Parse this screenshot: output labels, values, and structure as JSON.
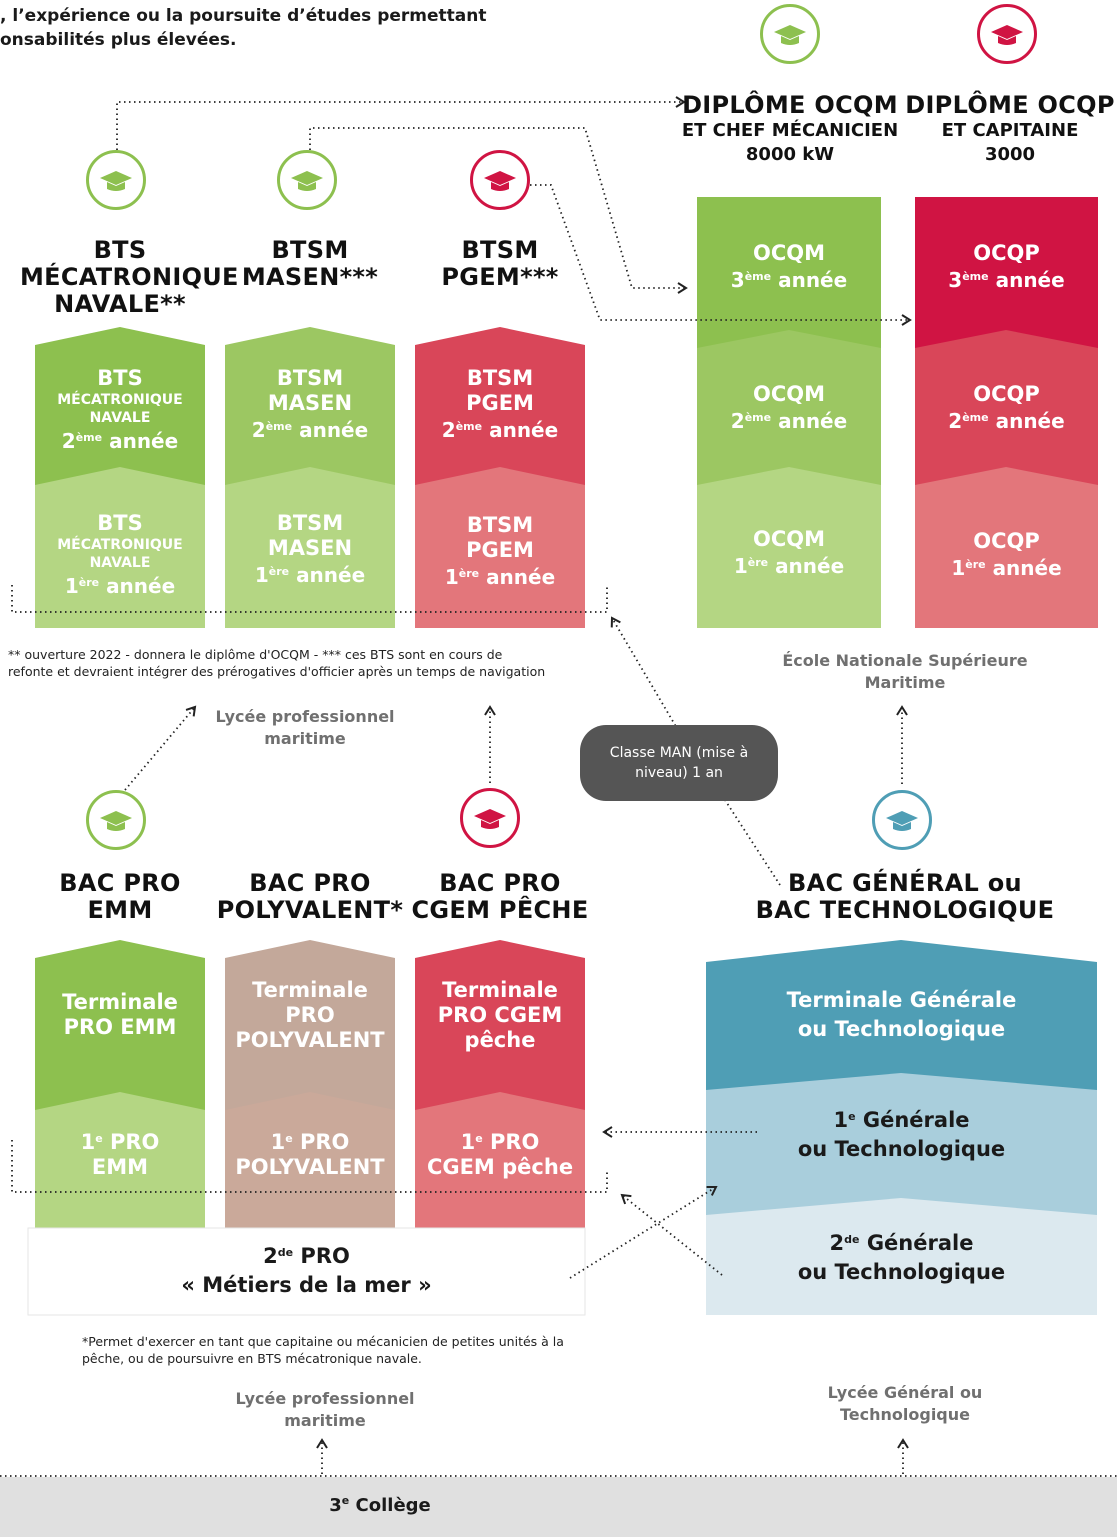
{
  "intro": {
    "line1": ", l’expérience ou la poursuite d’études permettant",
    "line2": "onsabilités plus élevées."
  },
  "diplomas": {
    "ocqm": {
      "title": "DIPLÔME OCQM",
      "line2": "ET CHEF MÉCANICIEN",
      "line3": "8000 kW"
    },
    "ocqp": {
      "title": "DIPLÔME OCQP",
      "line2": "ET CAPITAINE",
      "line3": "3000"
    }
  },
  "bts_titles": {
    "meca": {
      "l1": "BTS",
      "l2": "MÉCATRONIQUE",
      "l3": "NAVALE**"
    },
    "masen": {
      "l1": "BTSM",
      "l2": "MASEN***"
    },
    "pgem": {
      "l1": "BTSM",
      "l2": "PGEM***"
    }
  },
  "ocq_boxes": {
    "ocqm": {
      "label": "OCQM",
      "y3": "3",
      "y2": "2",
      "y1": "1"
    },
    "ocqp": {
      "label": "OCQP",
      "y3": "3",
      "y2": "2",
      "y1": "1"
    }
  },
  "year": {
    "annee": "année",
    "eme": "ème",
    "ere": "ère",
    "e": "e",
    "de": "de"
  },
  "bts_boxes": {
    "meca_l1": "BTS",
    "meca_l2": "MÉCATRONIQUE",
    "meca_l3": "NAVALE",
    "masen_l1": "BTSM",
    "masen_l2": "MASEN",
    "pgem_l1": "BTSM",
    "pgem_l2": "PGEM",
    "y2": "2",
    "y1": "1"
  },
  "notes": {
    "bts_line1": "** ouverture 2022 - donnera le diplôme d'OCQM - *** ces BTS sont en cours de",
    "bts_line2": "refonte et devraient intégrer des prérogatives d'officier après un temps de navigation",
    "bac_line1": "*Permet d'exercer en tant que capitaine ou mécanicien de petites unités à la",
    "bac_line2": "pêche, ou de poursuivre en BTS mécatronique navale."
  },
  "schools": {
    "ensm_l1": "École Nationale Supérieure",
    "ensm_l2": "Maritime",
    "lpm_top_l1": "Lycée professionnel",
    "lpm_top_l2": "maritime",
    "lpm_bot_l1": "Lycée professionnel",
    "lpm_bot_l2": "maritime",
    "lgt_l1": "Lycée Général ou",
    "lgt_l2": "Technologique"
  },
  "man": {
    "l1": "Classe MAN (mise à",
    "l2": "niveau) 1 an"
  },
  "bac_titles": {
    "emm": {
      "l1": "BAC PRO",
      "l2": "EMM"
    },
    "poly": {
      "l1": "BAC PRO",
      "l2": "POLYVALENT*"
    },
    "cgem": {
      "l1": "BAC PRO",
      "l2": "CGEM PÊCHE"
    },
    "gen": {
      "l1": "BAC GÉNÉRAL ou",
      "l2": "BAC TECHNOLOGIQUE"
    }
  },
  "bac_boxes": {
    "term_emm_l1": "Terminale",
    "term_emm_l2": "PRO EMM",
    "term_poly_l1": "Terminale",
    "term_poly_l2": "PRO",
    "term_poly_l3": "POLYVALENT",
    "term_cgem_l1": "Terminale",
    "term_cgem_l2": "PRO CGEM",
    "term_cgem_l3": "pêche",
    "first_pro": "1",
    "first_pro_word": "PRO",
    "emm": "EMM",
    "poly": "POLYVALENT",
    "cgem": "CGEM pêche",
    "seconde_num": "2",
    "seconde_word": "PRO",
    "seconde_l2": "« Métiers de la mer »",
    "term_gen_l1": "Terminale Générale",
    "term_gen_l2": "ou Technologique",
    "first_gen_num": "1",
    "first_gen_word": "Générale",
    "first_gen_l2": "ou Technologique",
    "second_gen_num": "2",
    "second_gen_word": "Générale",
    "second_gen_l2": "ou Technologique"
  },
  "college": {
    "num": "3",
    "word": "Collège"
  },
  "colors": {
    "green_dark": "#8dc04f",
    "green_mid": "#9cc762",
    "green_light": "#b4d683",
    "red_dark": "#d01443",
    "red_mid": "#d94659",
    "red_light": "#e3767b",
    "taupe_dark": "#c3a89a",
    "taupe_light": "#caa99a",
    "blue_dark": "#4f9eb5",
    "blue_mid": "#a9cedc",
    "blue_light": "#dce9ef",
    "grey_band": "#e0e0e0"
  },
  "icons": {
    "green": "graduation-cap-icon",
    "red": "graduation-cap-icon",
    "blue": "graduation-cap-icon"
  }
}
